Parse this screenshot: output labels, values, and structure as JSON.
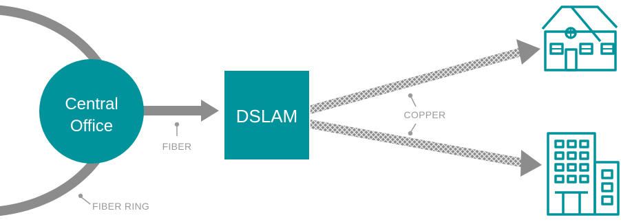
{
  "nodes": {
    "central_office": {
      "line1": "Central",
      "line2": "Office"
    },
    "dslam": {
      "label": "DSLAM"
    }
  },
  "labels": {
    "fiber": "FIBER",
    "fiber_ring": "FIBER RING",
    "copper": "COPPER"
  },
  "icons": {
    "house": "house-icon",
    "office_building": "office-building-icon"
  },
  "colors": {
    "teal": "#00939c",
    "gray": "#8c8c8c",
    "label_gray": "#9a9a9a",
    "white": "#ffffff"
  }
}
